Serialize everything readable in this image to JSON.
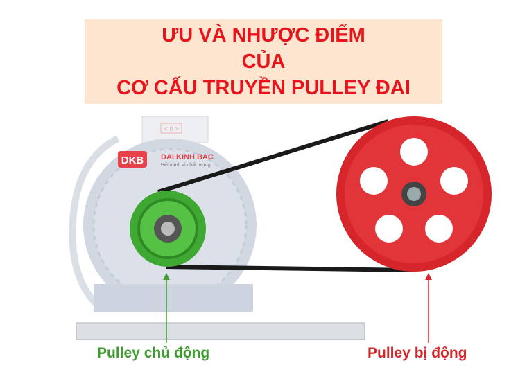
{
  "title": {
    "line1": "ƯU VÀ NHƯỢC ĐIỂM",
    "line2": "CỦA",
    "line3": "CƠ CẤU TRUYỀN PULLEY ĐAI"
  },
  "logo": {
    "mark": "DKB",
    "name": "DAI KINH BAC",
    "slogan": "Hết mình vì chất lượng"
  },
  "motor_display": "< 0 >",
  "labels": {
    "driver": "Pulley chủ động",
    "driven": "Pulley bị động"
  },
  "colors": {
    "title": "#e8141b",
    "title_bg": "#fde5cf",
    "driver": "#3f9b2f",
    "driven": "#d7262b",
    "belt": "#1a1a1a"
  }
}
